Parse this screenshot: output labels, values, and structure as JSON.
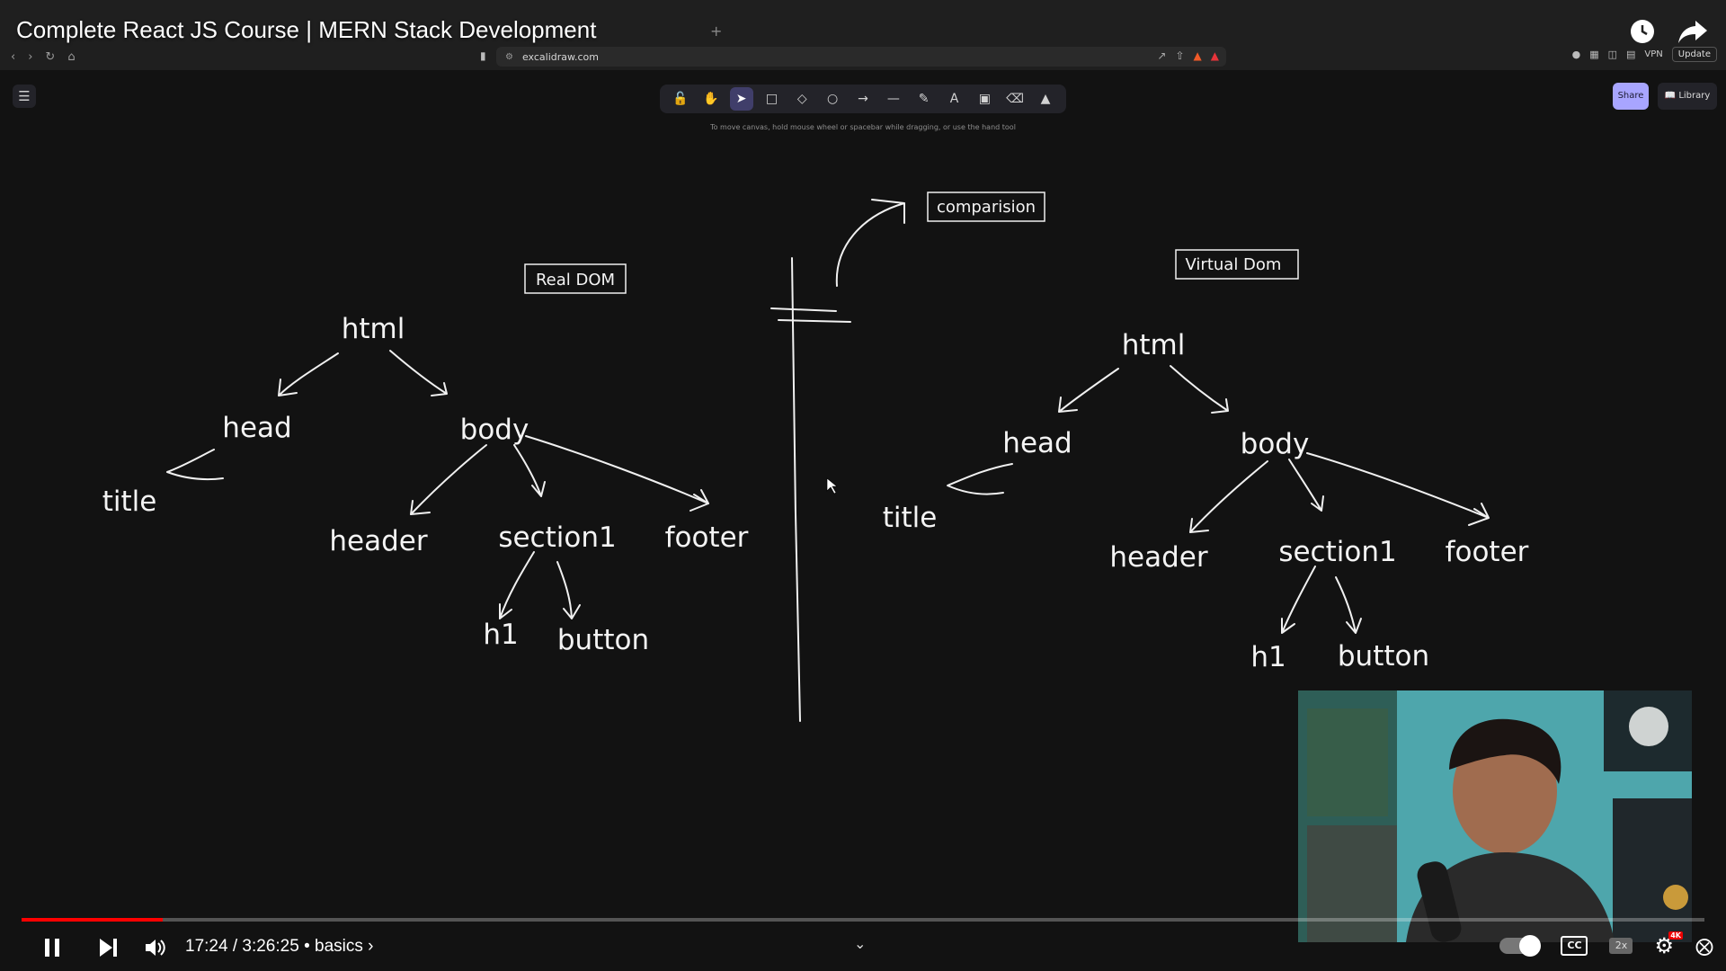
{
  "browser": {
    "url": "excalidraw.com",
    "vpn_label": "VPN",
    "update_label": "Update"
  },
  "video": {
    "title": "Complete React JS Course | MERN Stack Development",
    "time": "17:24 / 3:26:25",
    "chapter": "basics",
    "chapter_arrow": "›",
    "progress_fraction": 0.084,
    "speed_label": "2x",
    "quality_label": "4K",
    "cc_label": "CC"
  },
  "excalidraw": {
    "hint": "To move canvas, hold mouse wheel or spacebar while dragging, or use the hand tool",
    "share_label": "Share",
    "library_label": "Library",
    "active_tool": "selection",
    "tools": [
      "lock-icon",
      "hand-icon",
      "selection-icon",
      "rectangle-icon",
      "diamond-icon",
      "ellipse-icon",
      "arrow-icon",
      "line-icon",
      "pencil-icon",
      "text-icon",
      "image-icon",
      "eraser-icon",
      "extra-tools-icon"
    ]
  },
  "diagram": {
    "comparison_label": "comparision",
    "real_dom": {
      "label": "Real DOM",
      "nodes": {
        "html": "html",
        "head": "head",
        "body": "body",
        "title": "title",
        "header": "header",
        "section1": "section1",
        "footer": "footer",
        "h1": "h1",
        "button": "button"
      }
    },
    "virtual_dom": {
      "label": "Virtual Dom",
      "nodes": {
        "html": "html",
        "head": "head",
        "body": "body",
        "title": "title",
        "header": "header",
        "section1": "section1",
        "footer": "footer",
        "h1": "h1",
        "button": "button"
      }
    }
  },
  "colors": {
    "canvas": "#121212",
    "progress": "#ff0000",
    "share": "#a8a5ff"
  }
}
